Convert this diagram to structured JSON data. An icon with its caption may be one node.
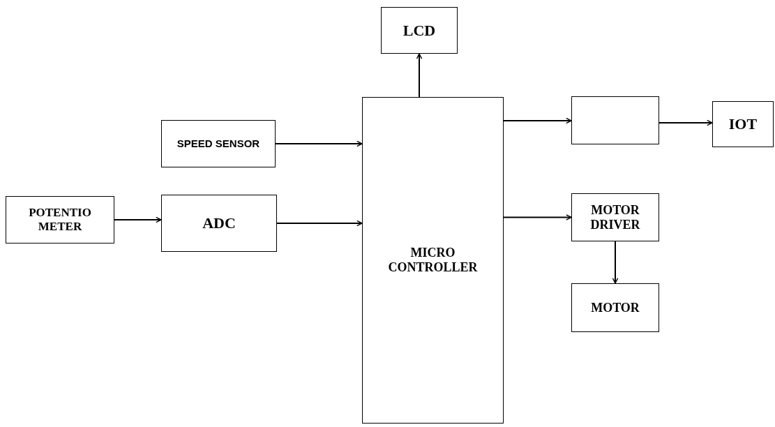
{
  "diagram": {
    "nodes": [
      {
        "text": [
          "LCD"
        ]
      },
      {
        "text": [
          "SPEED SENSOR"
        ]
      },
      {
        "text": [
          "MICRO CONTROLLER"
        ]
      },
      {
        "text": [],
        "shape": "box"
      },
      {
        "text": [
          "IOT"
        ]
      },
      {
        "text": [
          "POTENTIO METER"
        ]
      },
      {
        "text": [
          "ADC"
        ]
      },
      {
        "text": [
          "MOTOR DRIVER"
        ]
      },
      {
        "text": [
          "MOTOR"
        ]
      }
    ],
    "edges": [
      {
        "from": 2,
        "to": 0,
        "arrow": "to"
      },
      {
        "from": 1,
        "to": 2,
        "arrow": "to"
      },
      {
        "from": 2,
        "to": 3,
        "arrow": "to"
      },
      {
        "from": 3,
        "to": 4,
        "arrow": "to"
      },
      {
        "from": 5,
        "to": 6,
        "arrow": "to"
      },
      {
        "from": 6,
        "to": 2,
        "arrow": "to"
      },
      {
        "from": 2,
        "to": 7,
        "arrow": "to"
      },
      {
        "from": 7,
        "to": 8,
        "arrow": "to"
      }
    ]
  }
}
